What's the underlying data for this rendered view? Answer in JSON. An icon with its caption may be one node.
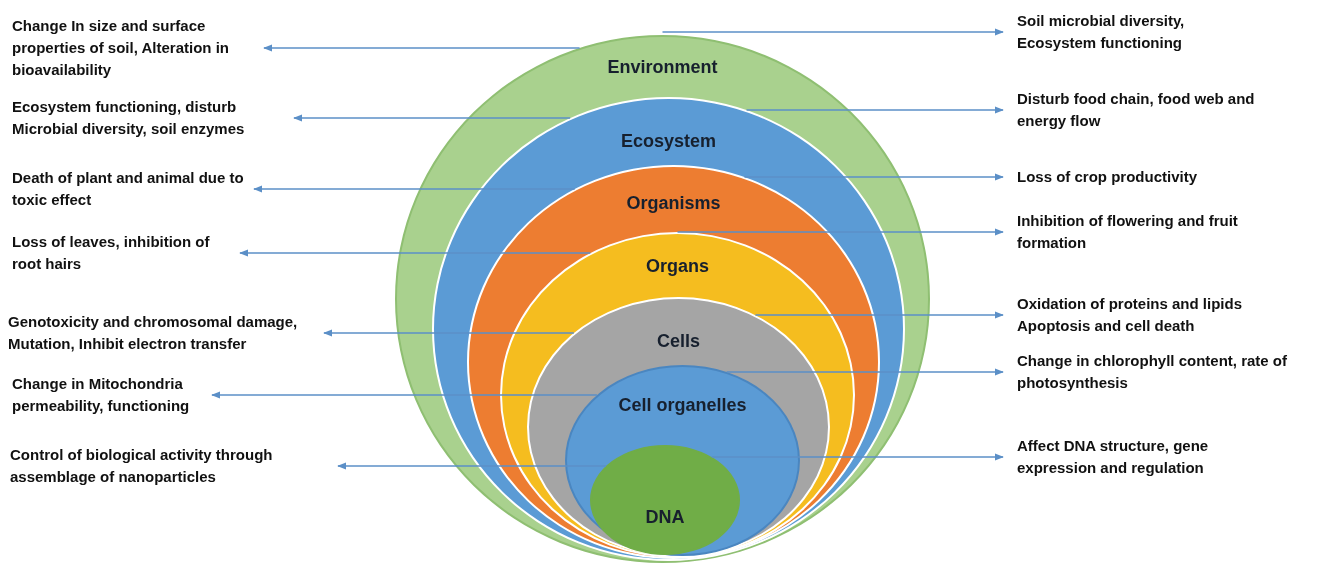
{
  "diagram": {
    "nodes": [
      {
        "text": [
          "Environment"
        ]
      },
      {
        "text": [
          "Ecosystem"
        ],
        "in": 0
      },
      {
        "text": [
          "Organisms"
        ],
        "in": 1
      },
      {
        "text": [
          "Organs"
        ],
        "in": 2
      },
      {
        "text": [
          "Cells"
        ],
        "in": 3
      },
      {
        "text": [
          "Cell organelles"
        ],
        "in": 4
      },
      {
        "text": [
          "DNA"
        ],
        "in": 5
      },
      {
        "text": [
          "Change In size and surface properties of soil, Alteration in bioavailability"
        ]
      },
      {
        "text": [
          "Ecosystem functioning, disturb Microbial diversity, soil enzymes"
        ]
      },
      {
        "text": [
          "Death of plant and animal due to toxic effect"
        ]
      },
      {
        "text": [
          "Loss of leaves, inhibition of root hairs"
        ]
      },
      {
        "text": [
          "Genotoxicity and chromosomal damage, Mutation, Inhibit electron transfer"
        ]
      },
      {
        "text": [
          "Change in Mitochondria permeability, functioning"
        ]
      },
      {
        "text": [
          "Control of biological activity through assemblage of nanoparticles"
        ]
      },
      {
        "text": [
          "Soil microbial diversity, Ecosystem functioning"
        ]
      },
      {
        "text": [
          "Disturb food chain, food web and energy flow"
        ]
      },
      {
        "text": [
          "Loss of crop productivity"
        ]
      },
      {
        "text": [
          "Inhibition of flowering and fruit formation"
        ]
      },
      {
        "text": [
          "Oxidation of proteins and lipids Apoptosis and cell death"
        ]
      },
      {
        "text": [
          "Change in chlorophyll content, rate of photosynthesis"
        ]
      },
      {
        "text": [
          "Affect DNA structure, gene expression and regulation"
        ]
      }
    ],
    "edges": [
      {
        "from": 0,
        "to": 7,
        "arrow": "to"
      },
      {
        "from": 0,
        "to": 14,
        "arrow": "to"
      },
      {
        "from": 1,
        "to": 8,
        "arrow": "to"
      },
      {
        "from": 1,
        "to": 15,
        "arrow": "to"
      },
      {
        "from": 2,
        "to": 9,
        "arrow": "to"
      },
      {
        "from": 2,
        "to": 16,
        "arrow": "to"
      },
      {
        "from": 3,
        "to": 10,
        "arrow": "to"
      },
      {
        "from": 3,
        "to": 17,
        "arrow": "to"
      },
      {
        "from": 4,
        "to": 11,
        "arrow": "to"
      },
      {
        "from": 4,
        "to": 18,
        "arrow": "to"
      },
      {
        "from": 5,
        "to": 12,
        "arrow": "to"
      },
      {
        "from": 5,
        "to": 19,
        "arrow": "to"
      },
      {
        "from": 6,
        "to": 13,
        "arrow": "to"
      },
      {
        "from": 6,
        "to": 20,
        "arrow": "to"
      }
    ]
  }
}
